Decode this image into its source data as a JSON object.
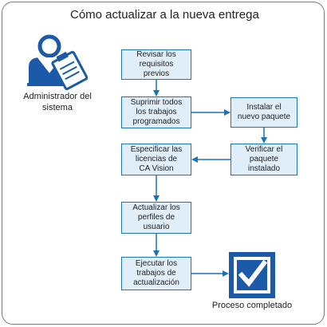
{
  "title": "Cómo actualizar a la nueva entrega",
  "actor": {
    "label": "Administrador del\nsistema",
    "icon": "administrator-clipboard-icon"
  },
  "steps": [
    {
      "id": "review",
      "label": "Revisar los\nrequisitos\nprevios"
    },
    {
      "id": "suspend",
      "label": "Suprimir todos\nlos trabajos\nprogramados"
    },
    {
      "id": "install",
      "label": "Instalar el\nnuevo paquete"
    },
    {
      "id": "verify",
      "label": "Verificar el\npaquete\ninstalado"
    },
    {
      "id": "licenses",
      "label": "Especificar las\nlicencias de\nCA Vision"
    },
    {
      "id": "profiles",
      "label": "Actualizar los\nperfiles de\nusuario"
    },
    {
      "id": "run_jobs",
      "label": "Ejecutar los\ntrabajos de\nactualización"
    }
  ],
  "completion": {
    "label": "Proceso completado",
    "icon": "checkbox-check-icon"
  },
  "colors": {
    "box_fill": "#dfeef8",
    "box_border": "#1b73b8",
    "arrow": "#1b73b8",
    "icon_blue": "#1a5aa8"
  }
}
